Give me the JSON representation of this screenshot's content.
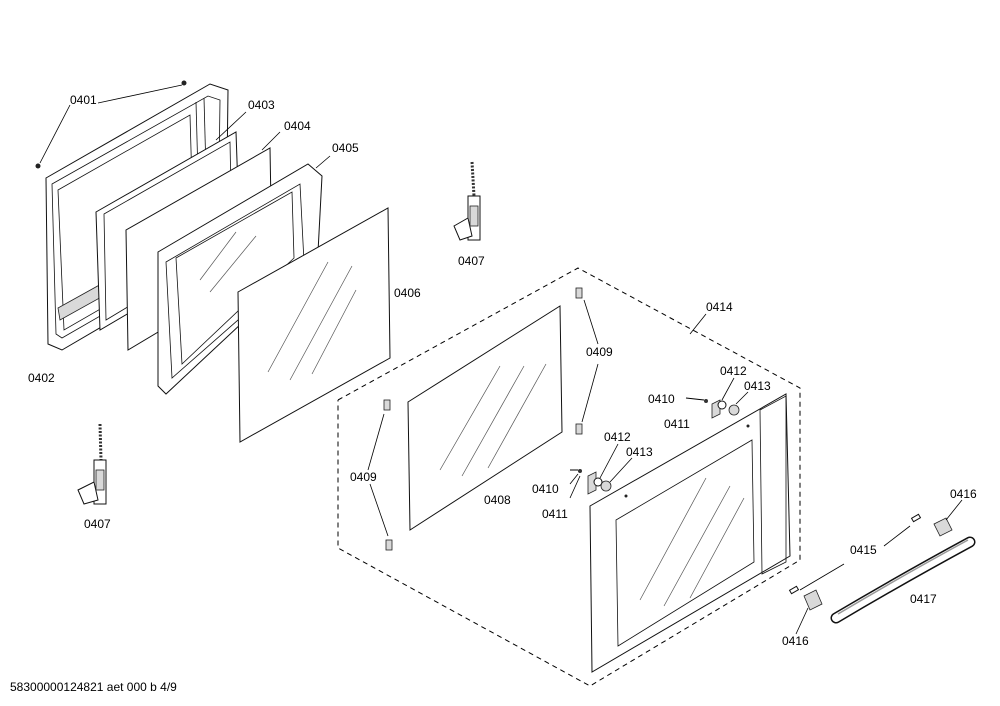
{
  "labels": {
    "l0401": "0401",
    "l0402": "0402",
    "l0403": "0403",
    "l0404": "0404",
    "l0405": "0405",
    "l0406": "0406",
    "l0407a": "0407",
    "l0407b": "0407",
    "l0408": "0408",
    "l0409a": "0409",
    "l0409b": "0409",
    "l0410a": "0410",
    "l0410b": "0410",
    "l0411a": "0411",
    "l0411b": "0411",
    "l0412a": "0412",
    "l0412b": "0412",
    "l0413a": "0413",
    "l0413b": "0413",
    "l0414": "0414",
    "l0415": "0415",
    "l0416a": "0416",
    "l0416b": "0416",
    "l0417": "0417"
  },
  "footer": "58300000124821 aet 000 b 4/9"
}
